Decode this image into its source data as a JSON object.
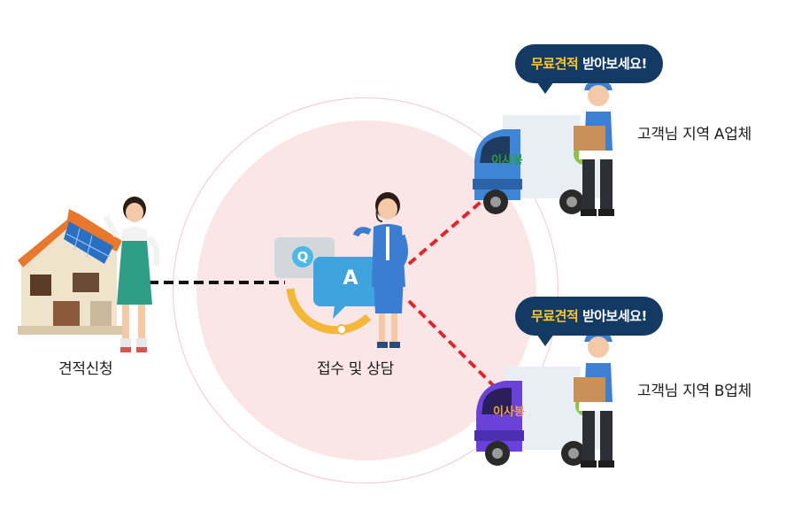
{
  "steps": {
    "apply": {
      "label": "견적신청"
    },
    "consult": {
      "label": "접수 및 상담"
    }
  },
  "vendors": [
    {
      "label": "고객님 지역 A업체",
      "truck_color": "#3f86d6"
    },
    {
      "label": "고객님 지역 B업체",
      "truck_color": "#6a42d9"
    }
  ],
  "bubble": {
    "highlight": "무료견적",
    "text": "받아보세요!"
  },
  "qa": {
    "q": "Q",
    "a": "A"
  },
  "truck_logo": "이사봉",
  "colors": {
    "dash_black": "#111111",
    "dash_red": "#e0262b",
    "circle_fill": "#fbe6e7",
    "bubble_bg": "#133a63",
    "bubble_highlight": "#ffc629"
  }
}
